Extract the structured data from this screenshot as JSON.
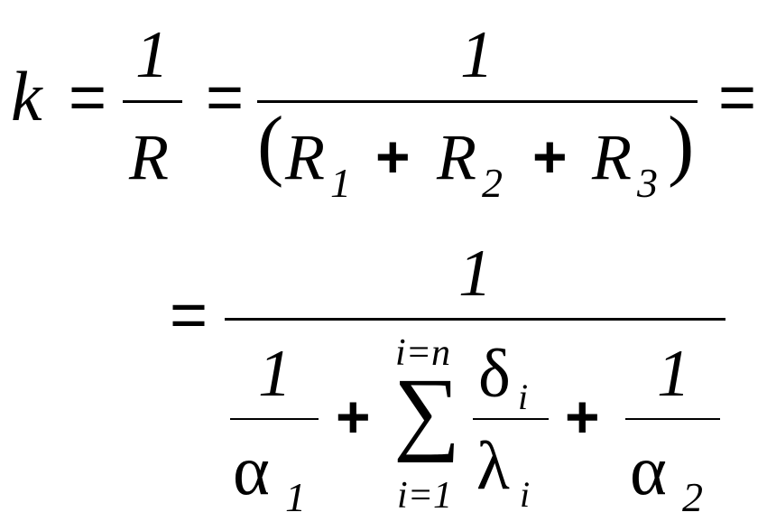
{
  "equation": {
    "line1": {
      "lhs": "k",
      "eq1": "=",
      "frac1": {
        "num": "1",
        "den": "R"
      },
      "eq2": "=",
      "frac2": {
        "num": "1",
        "lparen": "(",
        "r1": "R",
        "r1_sub": "1",
        "plus1": "+",
        "r2": "R",
        "r2_sub": "2",
        "plus2": "+",
        "r3": "R",
        "r3_sub": "3",
        "rparen": ")"
      },
      "eq3": "="
    },
    "line2": {
      "eq": "=",
      "num": "1",
      "term1": {
        "num": "1",
        "den": "α",
        "den_sub": "1"
      },
      "plus1": "+",
      "sum": {
        "symbol": "∑",
        "upper": "i=n",
        "lower": "i=1"
      },
      "term2": {
        "num": "δ",
        "num_sub": "i",
        "den": "λ",
        "den_sub": "i"
      },
      "plus2": "+",
      "term3": {
        "num": "1",
        "den": "α",
        "den_sub": "2"
      }
    }
  }
}
